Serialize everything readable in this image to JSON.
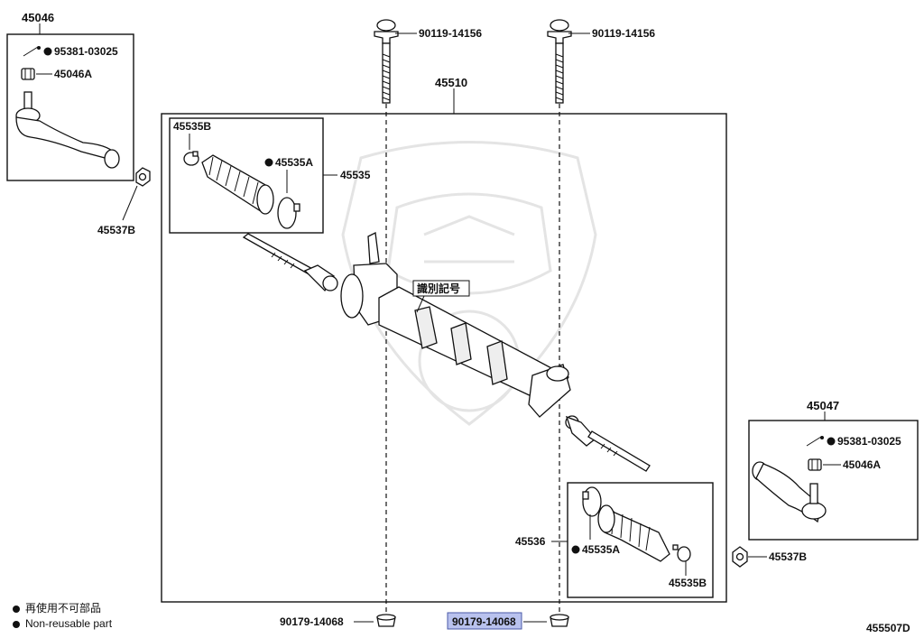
{
  "diagram": {
    "main_part": "45510",
    "bolt_left": "90119-14156",
    "bolt_right": "90119-14156",
    "nut_left": "90179-14068",
    "nut_right": "90179-14068",
    "id_mark_label": "識別記号",
    "left_tie_rod": {
      "assembly": "45046",
      "pin": "95381-03025",
      "nut": "45046A",
      "stopper_nut": "45537B"
    },
    "right_tie_rod": {
      "assembly": "45047",
      "pin": "95381-03025",
      "nut": "45046A",
      "stopper_nut": "45537B"
    },
    "left_boot": {
      "kit": "45535",
      "clip": "45535B",
      "boot": "45535A"
    },
    "right_boot": {
      "kit": "45536",
      "boot": "45535A",
      "clip": "45535B"
    },
    "legend": {
      "line1": "再使用不可部品",
      "line2": "Non-reusable part"
    },
    "illustration_number": "455507D"
  }
}
